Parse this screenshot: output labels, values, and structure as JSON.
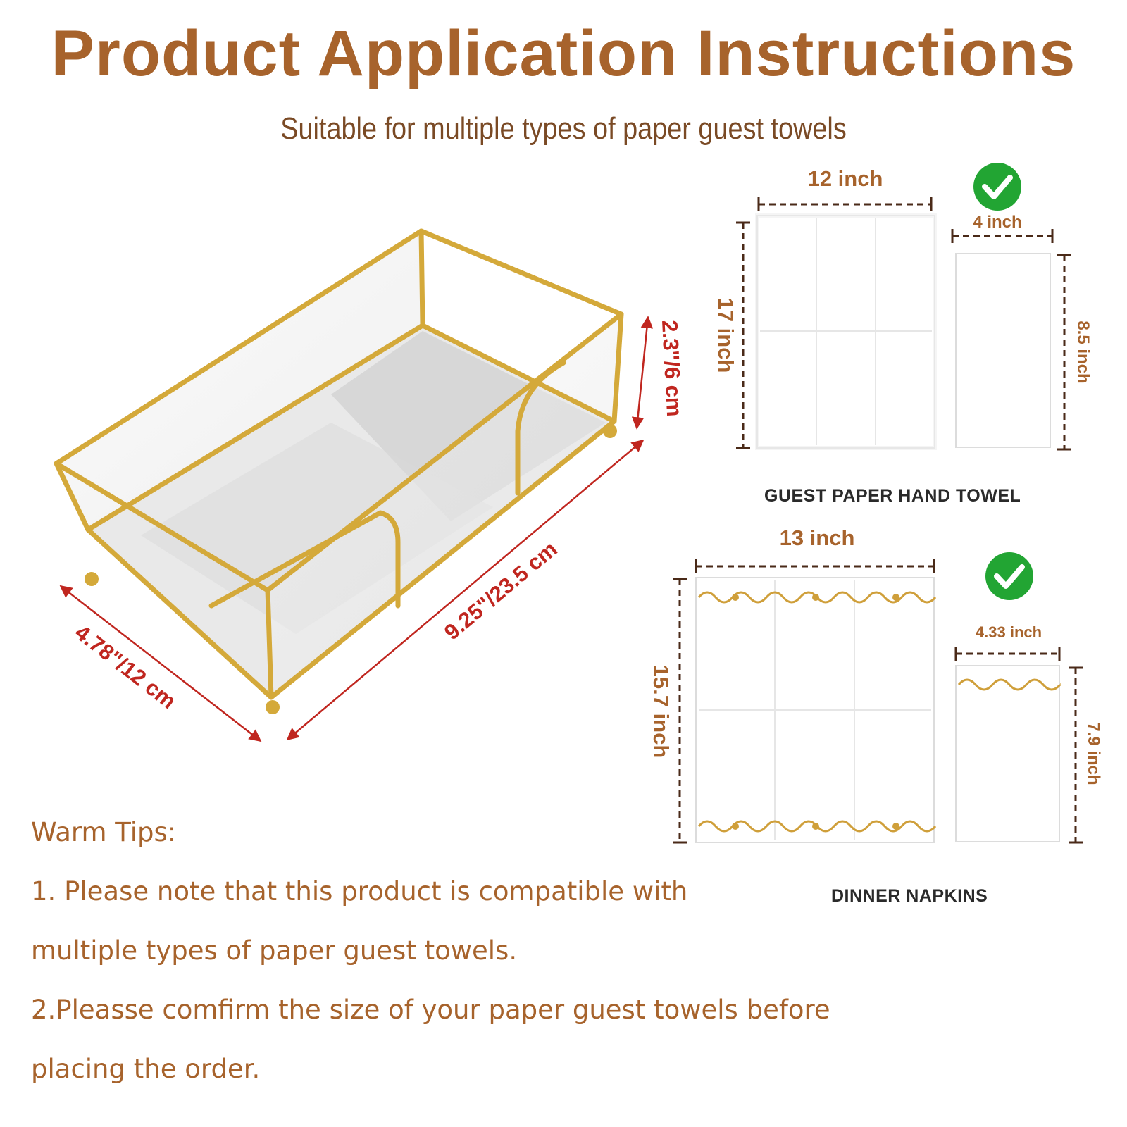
{
  "header": {
    "title": "Product Application Instructions",
    "subtitle": "Suitable for multiple types of paper guest towels"
  },
  "holder": {
    "height_label": "2.3\"/6 cm",
    "length_label": "9.25\"/23.5 cm",
    "width_label": "4.78\"/12 cm"
  },
  "guest_towel": {
    "caption": "GUEST PAPER HAND TOWEL",
    "unfolded_width": "12 inch",
    "unfolded_height": "17 inch",
    "folded_width": "4 inch",
    "folded_height": "8.5 inch"
  },
  "dinner_napkin": {
    "caption": "DINNER NAPKINS",
    "unfolded_width": "13 inch",
    "unfolded_height": "15.7 inch",
    "folded_width": "4.33 inch",
    "folded_height": "7.9 inch"
  },
  "tips": {
    "heading": "Warm Tips:",
    "line1": "1. Please note that this product is compatible with",
    "line2": "multiple types of paper guest towels.",
    "line3": "2.Pleasse comfirm the size of your paper guest towels before",
    "line4": "placing the order."
  },
  "colors": {
    "title": "#a7632c",
    "gold_frame": "#d4a93a",
    "dimension_red": "#c0261f",
    "dimension_brown": "#a7632c",
    "check_green": "#22a533"
  }
}
